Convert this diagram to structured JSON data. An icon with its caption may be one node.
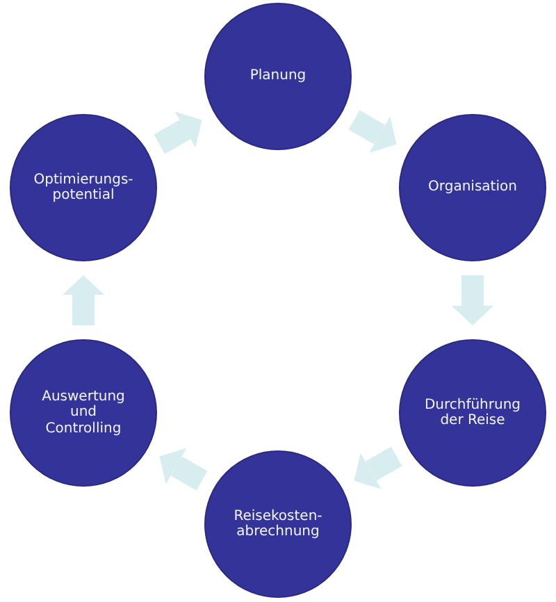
{
  "diagram": {
    "nodes": [
      {
        "text": [
          "Planung"
        ]
      },
      {
        "text": [
          "Organisation"
        ]
      },
      {
        "text": [
          "Durchführung der Reise"
        ]
      },
      {
        "text": [
          "Reisekosten- abrechnung"
        ]
      },
      {
        "text": [
          "Auswertung und Controlling"
        ]
      },
      {
        "text": [
          "Optimierungs- potential"
        ]
      }
    ],
    "edges": [
      {
        "from": 0,
        "to": 1,
        "arrow": "to"
      },
      {
        "from": 1,
        "to": 2,
        "arrow": "to"
      },
      {
        "from": 2,
        "to": 3,
        "arrow": "to"
      },
      {
        "from": 3,
        "to": 4,
        "arrow": "to"
      },
      {
        "from": 4,
        "to": 5,
        "arrow": "to"
      },
      {
        "from": 5,
        "to": 0,
        "arrow": "to"
      }
    ]
  }
}
